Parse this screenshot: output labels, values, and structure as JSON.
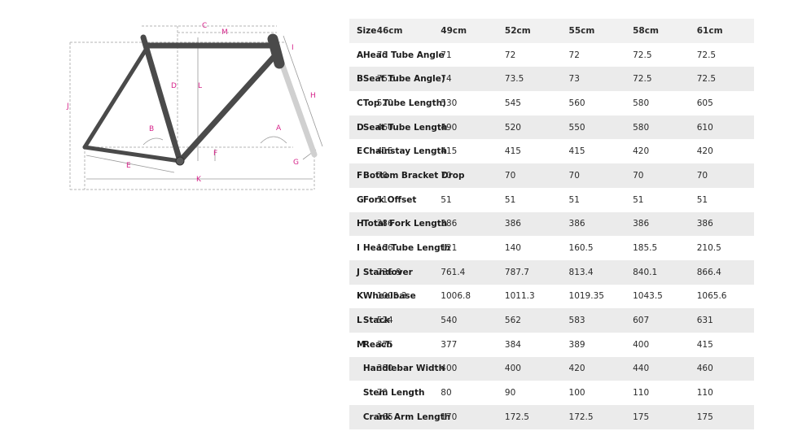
{
  "diagram": {
    "label_color": "#d6248a",
    "frame_color": "#4a4a4a",
    "labels": {
      "A": "A",
      "B": "B",
      "C": "C",
      "D": "D",
      "E": "E",
      "F": "F",
      "G": "G",
      "H": "H",
      "I": "I",
      "J": "J",
      "K": "K",
      "L": "L",
      "M": "M"
    }
  },
  "table": {
    "header": {
      "size_label": "Size",
      "sizes": [
        "46cm",
        "49cm",
        "52cm",
        "55cm",
        "58cm",
        "61cm"
      ]
    },
    "rows": [
      {
        "letter": "A",
        "label": "Head Tube Angle",
        "values": [
          "70",
          "71",
          "72",
          "72",
          "72.5",
          "72.5"
        ]
      },
      {
        "letter": "B",
        "label": "Seat Tube Angle)",
        "values": [
          "75.5",
          "74",
          "73.5",
          "73",
          "72.5",
          "72.5"
        ]
      },
      {
        "letter": "C",
        "label": "Top Tube Length)",
        "values": [
          "520",
          "530",
          "545",
          "560",
          "580",
          "605"
        ]
      },
      {
        "letter": "D",
        "label": "Seat Tube Length",
        "values": [
          "460",
          "490",
          "520",
          "550",
          "580",
          "610"
        ]
      },
      {
        "letter": "E",
        "label": "Chainstay Length",
        "values": [
          "415",
          "415",
          "415",
          "415",
          "420",
          "420"
        ]
      },
      {
        "letter": "F",
        "label": "Bottom Bracket Drop",
        "values": [
          "70",
          "70",
          "70",
          "70",
          "70",
          "70"
        ]
      },
      {
        "letter": "G",
        "label": "Fork Offset",
        "values": [
          "51",
          "51",
          "51",
          "51",
          "51",
          "51"
        ]
      },
      {
        "letter": "H",
        "label": "Total Fork Length",
        "values": [
          "386",
          "386",
          "386",
          "386",
          "386",
          "386"
        ]
      },
      {
        "letter": "I",
        "label": "Head Tube Length",
        "values": [
          "106",
          "121",
          "140",
          "160.5",
          "185.5",
          "210.5"
        ]
      },
      {
        "letter": "J",
        "label": "Standover",
        "values": [
          "736.9",
          "761.4",
          "787.7",
          "813.4",
          "840.1",
          "866.4"
        ]
      },
      {
        "letter": "K",
        "label": "Wheelbase",
        "values": [
          "1003.3",
          "1006.8",
          "1011.3",
          "1019.35",
          "1043.5",
          "1065.6"
        ]
      },
      {
        "letter": "L",
        "label": "Stack",
        "values": [
          "524",
          "540",
          "562",
          "583",
          "607",
          "631"
        ]
      },
      {
        "letter": "M",
        "label": "Reach",
        "values": [
          "375",
          "377",
          "384",
          "389",
          "400",
          "415"
        ]
      },
      {
        "letter": "",
        "label": "Handlebar Width",
        "values": [
          "380",
          "400",
          "400",
          "420",
          "440",
          "460"
        ]
      },
      {
        "letter": "",
        "label": "Stem Length",
        "values": [
          "70",
          "80",
          "90",
          "100",
          "110",
          "110"
        ]
      },
      {
        "letter": "",
        "label": "Crank Arm Length",
        "values": [
          "165",
          "170",
          "172.5",
          "172.5",
          "175",
          "175"
        ]
      }
    ]
  }
}
